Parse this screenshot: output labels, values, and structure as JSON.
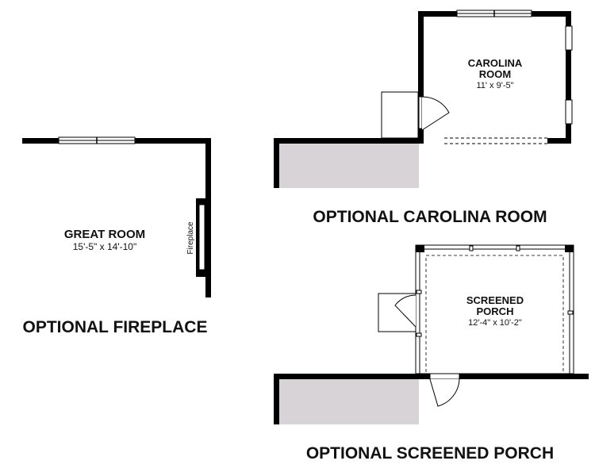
{
  "great_room": {
    "name": "GREAT ROOM",
    "dimensions": "15'-5\" x 14'-10\"",
    "fireplace_label": "Fireplace",
    "caption": "OPTIONAL FIREPLACE"
  },
  "carolina_room": {
    "name_line1": "CAROLINA",
    "name_line2": "ROOM",
    "dimensions": "11' x 9'-5\"",
    "caption": "OPTIONAL CAROLINA ROOM"
  },
  "screened_porch": {
    "name_line1": "SCREENED",
    "name_line2": "PORCH",
    "dimensions": "12'-4\" x 10'-2\"",
    "caption": "OPTIONAL SCREENED PORCH"
  },
  "colors": {
    "wall": "#000000",
    "existing_fill": "#d8d3d6"
  }
}
